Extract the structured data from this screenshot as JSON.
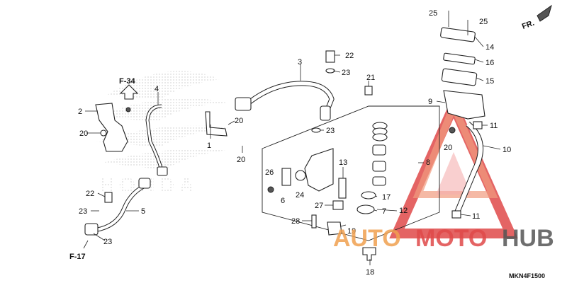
{
  "callouts": [
    "1",
    "2",
    "3",
    "4",
    "5",
    "6",
    "7",
    "8",
    "9",
    "10",
    "11",
    "11",
    "12",
    "13",
    "14",
    "15",
    "16",
    "17",
    "18",
    "19",
    "20",
    "20",
    "20",
    "21",
    "22",
    "22",
    "23",
    "23",
    "23",
    "23",
    "24",
    "25",
    "25",
    "26",
    "27",
    "28"
  ],
  "refs": {
    "f34": "F-34",
    "f17": "F-17",
    "fr": "FR."
  },
  "diagram_code": "MKN4F1500",
  "watermark": {
    "word_a": "AUTO",
    "word_b": "MOTO",
    "word_c": "HUB",
    "color_red": "#e03030",
    "color_orange": "#f0a050",
    "color_dark": "#555555"
  },
  "background_logo": {
    "word": "HONDA"
  }
}
